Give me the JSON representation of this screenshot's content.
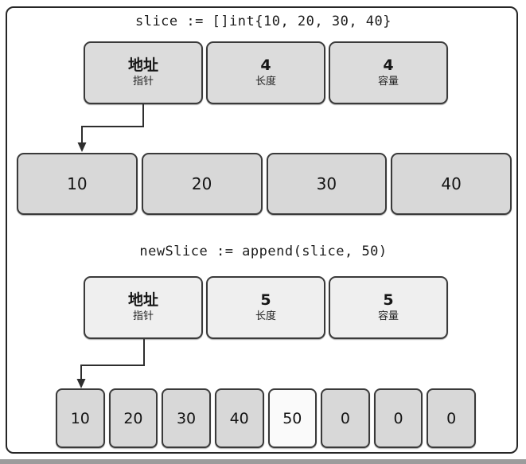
{
  "sections": [
    {
      "title": "slice := []int{10, 20, 30, 40}",
      "header_cells": [
        {
          "primary": "地址",
          "secondary": "指针"
        },
        {
          "primary": "4",
          "secondary": "长度"
        },
        {
          "primary": "4",
          "secondary": "容量"
        }
      ],
      "array_cells": [
        "10",
        "20",
        "30",
        "40"
      ]
    },
    {
      "title": "newSlice := append(slice, 50)",
      "header_cells": [
        {
          "primary": "地址",
          "secondary": "指针"
        },
        {
          "primary": "5",
          "secondary": "长度"
        },
        {
          "primary": "5",
          "secondary": "容量"
        }
      ],
      "array_cells": [
        "10",
        "20",
        "30",
        "40",
        "50",
        "0",
        "0",
        "0"
      ],
      "highlighted_value": "50",
      "highlighted_index": 4
    }
  ],
  "colors": {
    "frame_border": "#262626",
    "box_border": "#3a3a3a",
    "header_fill_top": "#dcdcdc",
    "header_fill_bottom": "#efefef",
    "array_fill": "#d8d8d8",
    "highlight_fill": "#fafafa",
    "arrow": "#2e2e2e",
    "bottom_band": "#9c9c9c"
  }
}
